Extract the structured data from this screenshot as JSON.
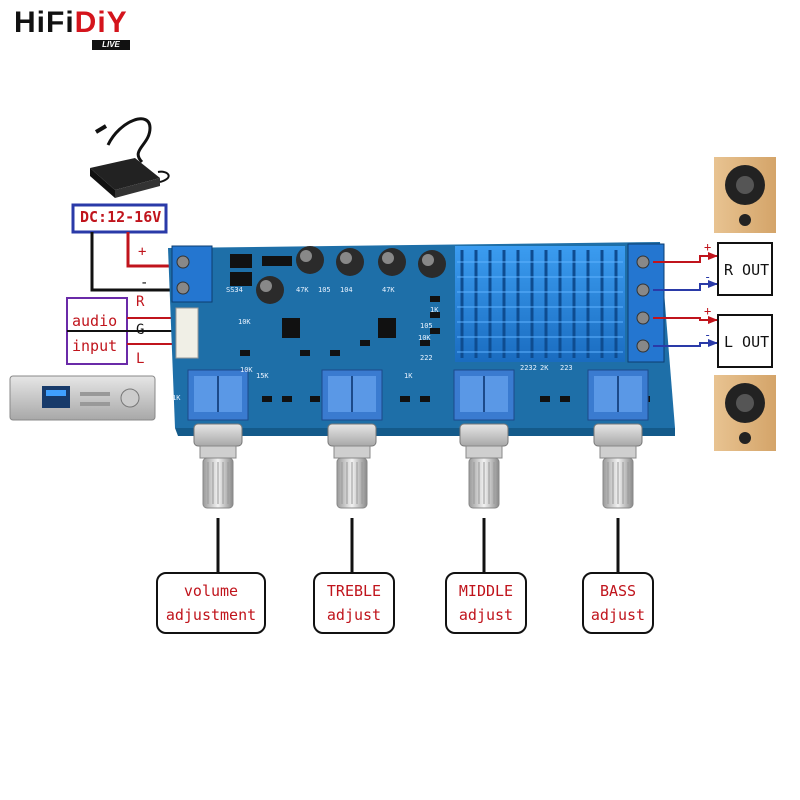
{
  "brand": {
    "name_black": "HiFi",
    "name_red": "DiY",
    "sub": "LIVE"
  },
  "power": {
    "label": "DC:12-16V",
    "plus": "+",
    "minus": "-",
    "color": "#c0141c",
    "box_color": "#2a3aa8"
  },
  "audio_input": {
    "line1": "audio",
    "line2": "input",
    "ch_r": "R",
    "ch_g": "G",
    "ch_l": "L",
    "box_color": "#6a2aa8"
  },
  "outputs": {
    "right": {
      "label": "R OUT",
      "plus": "+",
      "minus": "-"
    },
    "left": {
      "label": "L OUT",
      "plus": "+",
      "minus": "-"
    },
    "plus_color": "#c0141c",
    "minus_color": "#2a3aa8"
  },
  "controls": [
    {
      "line1": "volume",
      "line2": "adjustment"
    },
    {
      "line1": "TREBLE",
      "line2": "adjust"
    },
    {
      "line1": "MIDDLE",
      "line2": "adjust"
    },
    {
      "line1": "BASS",
      "line2": "adjust"
    }
  ],
  "board": {
    "pcb_color": "#1e6fa8",
    "heatsink_color": "#2a86d8",
    "silk": [
      "SS34",
      "10K",
      "47K",
      "10K",
      "105",
      "104",
      "47K",
      "1K",
      "105",
      "15K",
      "10K",
      "222",
      "2232",
      "2K",
      "223",
      "1K",
      "1K"
    ]
  }
}
